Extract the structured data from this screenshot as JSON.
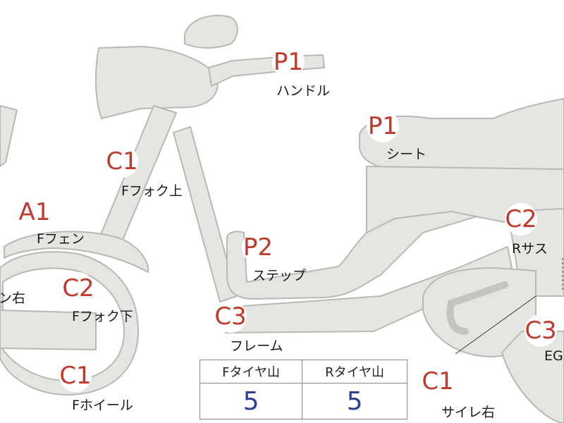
{
  "parts": [
    {
      "id": "handle",
      "grade": "P1",
      "label": "ハンドル"
    },
    {
      "id": "seat",
      "grade": "P1",
      "label": "シート"
    },
    {
      "id": "fork_upper",
      "grade": "C1",
      "label": "Fフォク上"
    },
    {
      "id": "fender",
      "grade": "A1",
      "label": "Fフェン"
    },
    {
      "id": "step",
      "grade": "P2",
      "label": "ステップ"
    },
    {
      "id": "rsus",
      "grade": "C2",
      "label": "Rサス"
    },
    {
      "id": "fork_lower",
      "grade": "C2",
      "label": "Fフォク下"
    },
    {
      "id": "frame",
      "grade": "C3",
      "label": "フレーム"
    },
    {
      "id": "eg",
      "grade": "C3",
      "label": "EG"
    },
    {
      "id": "wheel",
      "grade": "C1",
      "label": "Fホイール"
    },
    {
      "id": "muffler",
      "grade": "C1",
      "label": "サイレ右"
    }
  ],
  "partial_label_left": "ン右",
  "tire_table": {
    "front_header": "Fタイヤ山",
    "rear_header": "Rタイヤ山",
    "front_value": "5",
    "rear_value": "5"
  },
  "colors": {
    "body_fill": "#e5e5e2",
    "body_stroke": "#b8b8b4",
    "grade_text": "#c0392b",
    "value_text": "#2e3f8f"
  }
}
